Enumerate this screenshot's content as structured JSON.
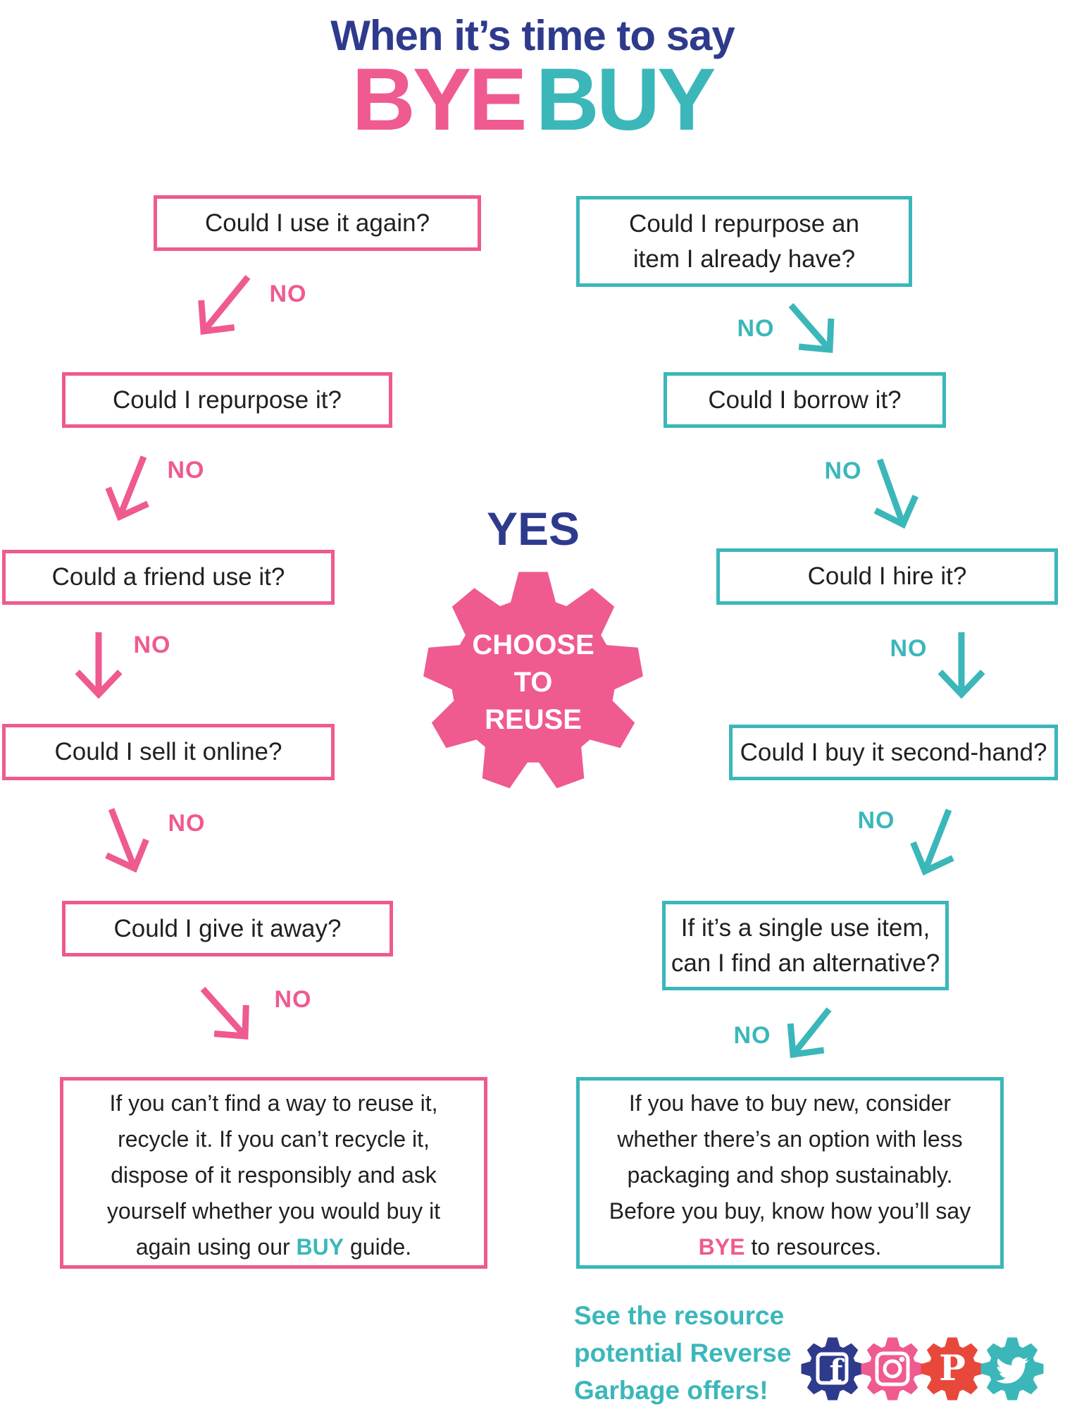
{
  "colors": {
    "pink": "#EF5A90",
    "teal": "#3BB7BA",
    "navy": "#2E3A8C",
    "red": "#E8483B",
    "ink": "#231F20"
  },
  "title": {
    "intro": "When it’s time to say",
    "bye": "BYE",
    "buy": "BUY"
  },
  "center": {
    "yes": "YES",
    "gear_lines": [
      "CHOOSE",
      "TO",
      "REUSE"
    ]
  },
  "labels": {
    "no": "NO"
  },
  "left": {
    "q1": "Could I use it again?",
    "q2": "Could I repurpose it?",
    "q3": "Could a friend use it?",
    "q4": "Could I sell it online?",
    "q5": "Could I give it away?",
    "final": {
      "prefix": "If you can’t find a way to reuse it, recycle it. If you can’t recycle it, dispose of it responsibly and ask yourself whether you would buy it again using our ",
      "highlight": "BUY",
      "suffix": " guide."
    }
  },
  "right": {
    "q1": [
      "Could I repurpose an",
      "item I already have?"
    ],
    "q2": "Could I borrow it?",
    "q3": "Could I hire it?",
    "q4": "Could I buy it second-hand?",
    "q5": [
      "If it’s a single use item,",
      "can I find an alternative?"
    ],
    "final": {
      "prefix": "If you have to buy new, consider whether there’s an option with less packaging and shop sustainably. Before you buy, know how you’ll say ",
      "highlight": "BYE",
      "suffix": " to resources."
    }
  },
  "footer": {
    "lines": [
      "See the resource",
      "potential Reverse",
      "Garbage offers!"
    ],
    "icons": [
      "facebook",
      "instagram",
      "pinterest",
      "twitter"
    ]
  }
}
